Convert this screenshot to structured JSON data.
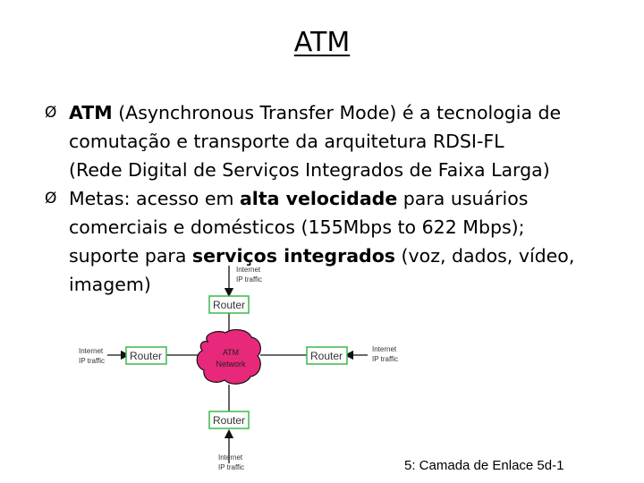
{
  "slide": {
    "title": "ATM",
    "bullet1": {
      "bold_term": "ATM",
      "line1_rest": " (Asynchronous Transfer Mode) é a tecnologia de",
      "line2": "comutação e transporte da arquitetura RDSI-FL",
      "line3": "(Rede Digital de Serviços Integrados de Faixa Larga)"
    },
    "bullet2": {
      "line1_pre": "Metas: acesso em ",
      "line1_bold": "alta velocidade",
      "line1_post": " para usuários",
      "line2": "comerciais e domésticos (155Mbps to 622 Mbps);",
      "line3_pre": "suporte para ",
      "line3_bold": "serviços integrados",
      "line3_post": " (voz, dados, vídeo,",
      "line4": "imagem)"
    },
    "bullet_glyph": "Ø"
  },
  "diagram": {
    "routers": {
      "top": "Router",
      "left": "Router",
      "right": "Router",
      "bottom": "Router"
    },
    "atm_cloud": {
      "line1": "ATM",
      "line2": "Network"
    },
    "traffic": {
      "top": [
        "Internet",
        "IP traffic"
      ],
      "left": [
        "Internet",
        "IP traffic"
      ],
      "right": [
        "Internet",
        "IP traffic"
      ],
      "bottom": [
        "Internet",
        "IP traffic"
      ]
    },
    "colors": {
      "box_border": "#3cb84a",
      "cloud_fill": "#e8287a"
    }
  },
  "footer": "5: Camada de Enlace  5d-1"
}
